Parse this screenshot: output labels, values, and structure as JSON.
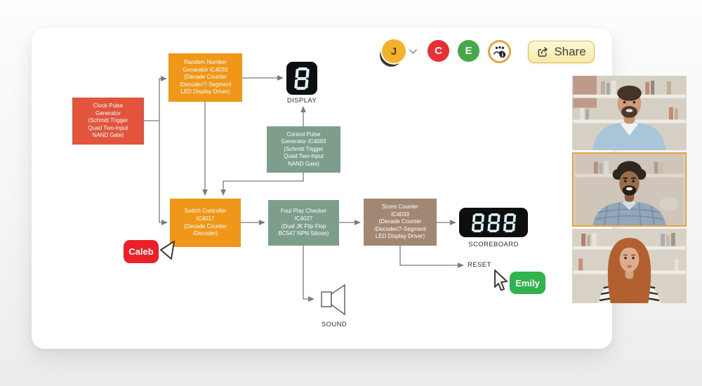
{
  "toolbar": {
    "user_avatar": {
      "initial": "J",
      "bg": "#f2b32b",
      "fg": "#4f3d14"
    },
    "collaborator_avatars": [
      {
        "initial": "C",
        "bg": "#e72f35",
        "fg": "#ffffff"
      },
      {
        "initial": "E",
        "bg": "#44a848",
        "fg": "#ffffff"
      }
    ],
    "share": {
      "label": "Share",
      "bg": "#fbefb9",
      "border": "#e0ba4c",
      "fg": "#44403a"
    }
  },
  "diagram": {
    "blocks": [
      {
        "name": "clock-pulse-generator",
        "color": "#e2543b",
        "text": "Clock Pulse\nGenerator\n(Schmitt Trigger\nQuad Two-Input\nNAND Gate)"
      },
      {
        "name": "random-number-generator",
        "color": "#f09619",
        "text": "Random Number\nGenerator IC4033\n(Decade Counter\n/Decoder/7-Segment\nLED Display Driver)"
      },
      {
        "name": "control-pulse-generator",
        "color": "#7e9e8c",
        "text": "Control Pulse\nGenerator IC4093\n(Schmitt Trigger\nQuad Two-Input\nNAND Gate)"
      },
      {
        "name": "switch-controller",
        "color": "#f09619",
        "text": "Switch Controller\nIC4017\n(Decade Counter\n/Decoder)"
      },
      {
        "name": "foul-play-checker",
        "color": "#7e9e8c",
        "text": "Foul Play Checker\nIC4027\n(Dual JK Flip Flop\nBC547 NPN Silicon)"
      },
      {
        "name": "score-counter",
        "color": "#a28873",
        "text": "Score Counter\nIC4033\n(Decade Counter\n/Decoder/7-Segment\nLED Display Driver)"
      }
    ],
    "display": {
      "label": "DISPLAY",
      "value": "8"
    },
    "scoreboard": {
      "label": "SCOREBOARD",
      "value": "888"
    },
    "reset_label": "RESET",
    "sound_label": "SOUND",
    "line_color": "#7b7b7b",
    "segment_color": "#d9f1f8"
  },
  "cursors": [
    {
      "name": "Caleb",
      "color": "#ec2027"
    },
    {
      "name": "Emily",
      "color": "#2fb34a"
    }
  ],
  "video_call": {
    "participants": [
      {
        "description": "man with beard, light blue shirt, bookshelf behind",
        "active": false
      },
      {
        "description": "man with dark curly hair, plaid shirt, bookshelf behind",
        "active": true
      },
      {
        "description": "woman with red hair, striped top, bookshelf behind",
        "active": false
      }
    ],
    "active_border_color": "#e8a33d"
  }
}
